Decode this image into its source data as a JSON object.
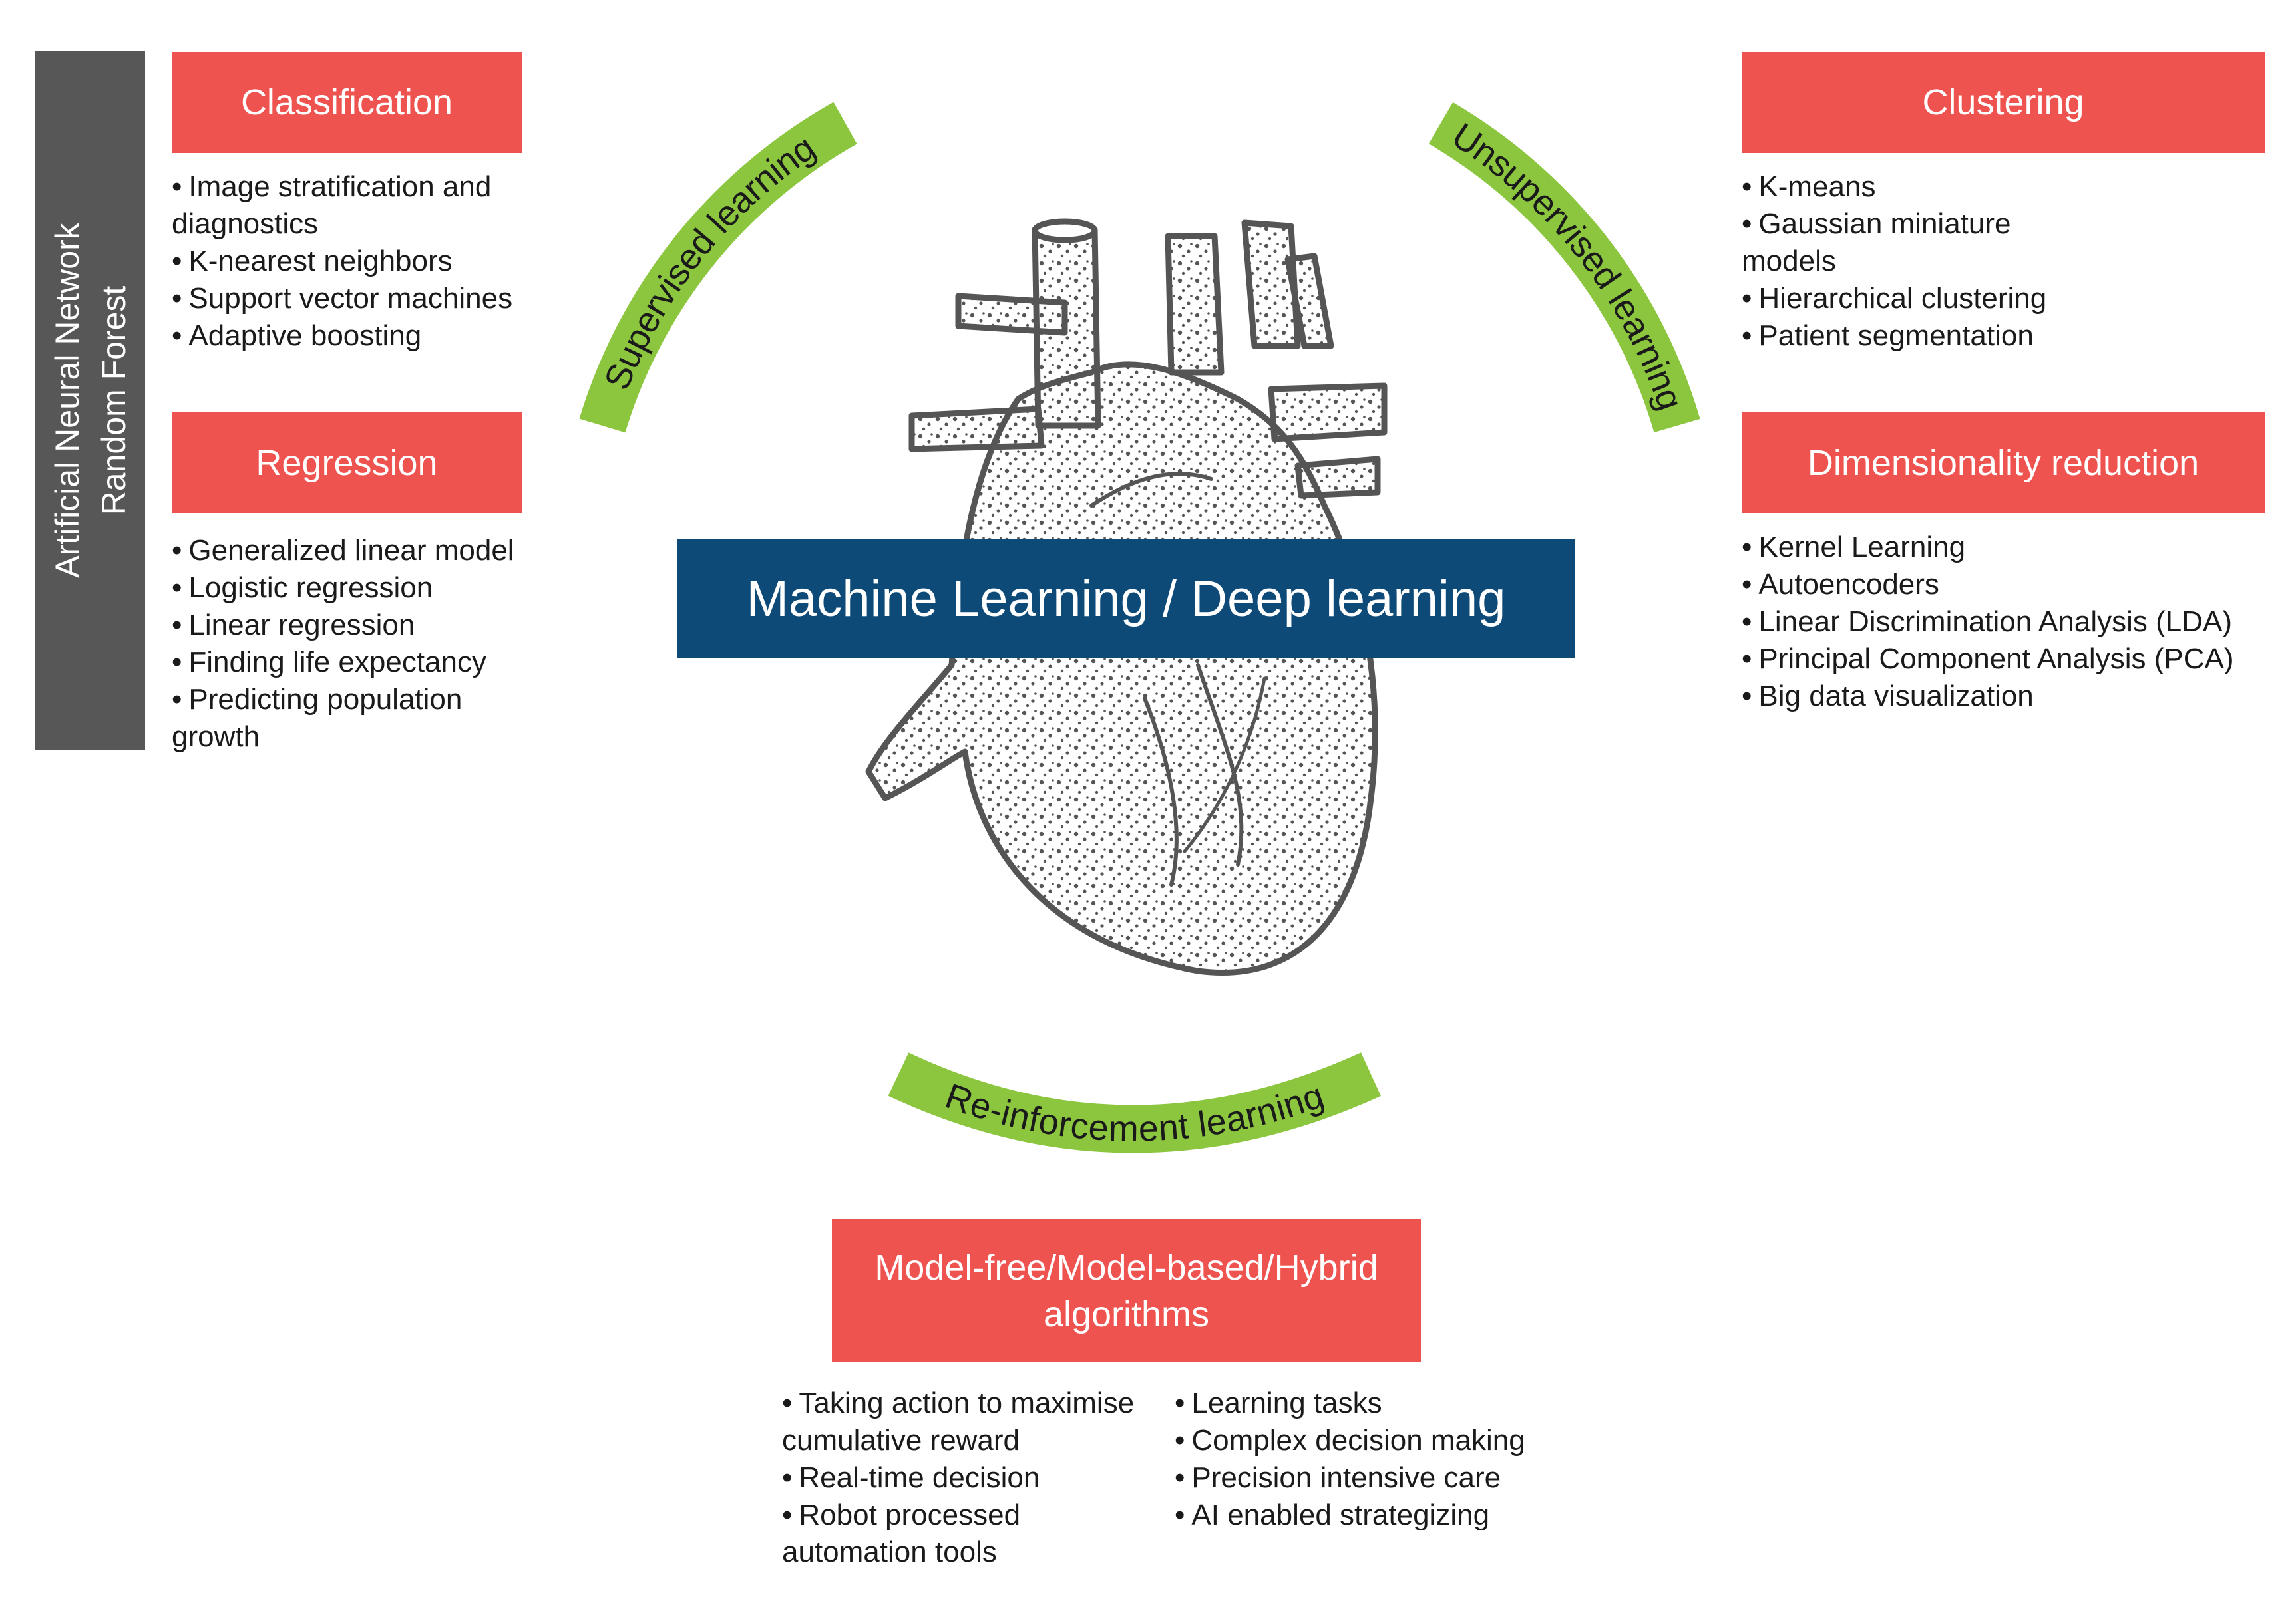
{
  "side_panel": {
    "line1": "Artificial Neural Network",
    "line2": "Random Forest"
  },
  "center_title": "Machine Learning / Deep learning",
  "arcs": {
    "supervised": "Supervised learning",
    "unsupervised": "Unsupervised learning",
    "reinforcement": "Re-inforcement learning"
  },
  "classification": {
    "title": "Classification",
    "items": [
      "Image stratification and",
      "diagnostics",
      "K-nearest neighbors",
      "Support vector machines",
      "Adaptive boosting"
    ]
  },
  "regression": {
    "title": "Regression",
    "items": [
      "Generalized linear model",
      "Logistic regression",
      "Linear regression",
      "Finding life expectancy",
      "Predicting population",
      "growth"
    ]
  },
  "clustering": {
    "title": "Clustering",
    "items": [
      "K-means",
      "Gaussian miniature",
      "models",
      "Hierarchical clustering",
      "Patient segmentation"
    ]
  },
  "dimensionality": {
    "title": "Dimensionality reduction",
    "items": [
      "Kernel Learning",
      "Autoencoders",
      "Linear Discrimination Analysis (LDA)",
      "Principal Component Analysis (PCA)",
      "Big data visualization"
    ]
  },
  "model_free": {
    "title_line1": "Model-free/Model-based/Hybrid",
    "title_line2": "algorithms",
    "left_items": [
      "Taking action to maximise",
      "cumulative reward",
      "Real-time decision",
      "Robot processed",
      "automation tools"
    ],
    "right_items": [
      "Learning tasks",
      "Complex decision making",
      "Precision intensive care",
      "AI enabled strategizing"
    ]
  },
  "colors": {
    "red": "#ef5350",
    "green": "#8cc63f",
    "navy": "#0d4a78",
    "gray": "#575757"
  },
  "illustration": "heart-icon"
}
